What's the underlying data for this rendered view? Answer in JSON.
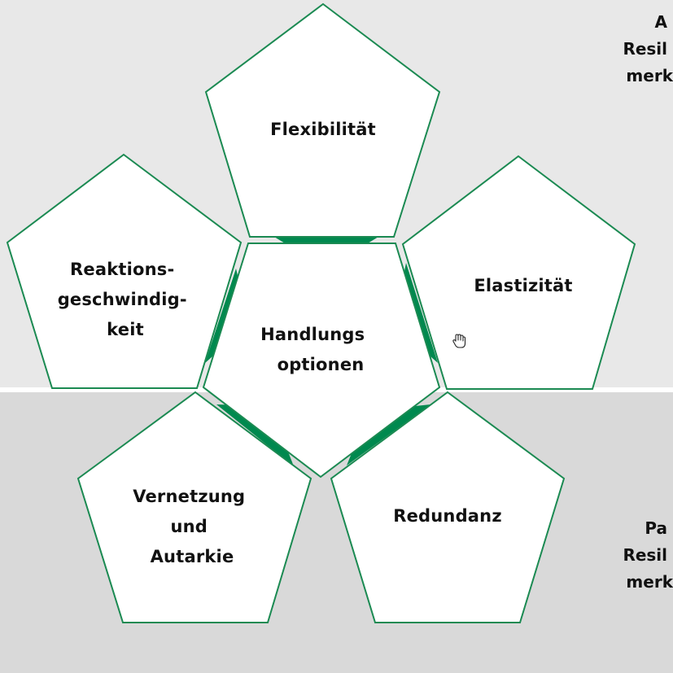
{
  "colors": {
    "band_top": "#e8e8e8",
    "band_bottom": "#d9d9d9",
    "band_divider": "#ffffff",
    "pentagon_fill": "#ffffff",
    "pentagon_stroke": "#1b8a52",
    "wedge_fill": "#00894f",
    "text": "#111111"
  },
  "center": {
    "lines": [
      "Handlungs",
      "optionen"
    ]
  },
  "nodes": [
    {
      "id": "flexibilitaet",
      "lines": [
        "Flexibilität"
      ]
    },
    {
      "id": "elastizitaet",
      "lines": [
        "Elastizität"
      ]
    },
    {
      "id": "redundanz",
      "lines": [
        "Redundanz"
      ]
    },
    {
      "id": "vernetzung",
      "lines": [
        "Vernetzung",
        "und",
        "Autarkie"
      ]
    },
    {
      "id": "reaktion",
      "lines": [
        "Reaktions-",
        "geschwindig-",
        "keit"
      ]
    }
  ],
  "side_text_top": [
    "A",
    "Resil",
    "merk"
  ],
  "side_text_bottom": [
    "Pa",
    "Resil",
    "merk"
  ],
  "cursor_icon": "hand-pointer-icon"
}
